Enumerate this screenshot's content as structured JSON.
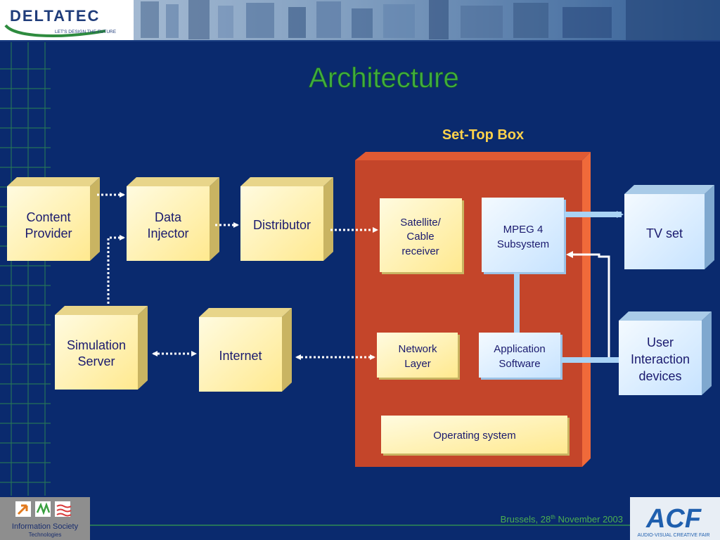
{
  "header": {
    "logo_name": "DELTATEC",
    "logo_tagline": "LET'S DESIGN THE FUTURE"
  },
  "title": "Architecture",
  "stb_label": "Set-Top Box",
  "boxes": {
    "content_provider": [
      "Content",
      "Provider"
    ],
    "data_injector": [
      "Data",
      "Injector"
    ],
    "distributor": [
      "Distributor"
    ],
    "simulation_server": [
      "Simulation",
      "Server"
    ],
    "internet": [
      "Internet"
    ],
    "satellite_receiver": [
      "Satellite/",
      "Cable",
      "receiver"
    ],
    "mpeg4": [
      "MPEG 4",
      "Subsystem"
    ],
    "network_layer": [
      "Network",
      "Layer"
    ],
    "application_software": [
      "Application",
      "Software"
    ],
    "operating_system": [
      "Operating system"
    ],
    "tv_set": [
      "TV set"
    ],
    "user_interaction": [
      "User",
      "Interaction",
      "devices"
    ]
  },
  "footer": {
    "location_date": "Brussels, 28",
    "superscript": "th",
    "date_rest": " November 2003",
    "left_logo_text": [
      "Information Society",
      "Technologies"
    ],
    "right_logo_text": "ACF",
    "right_logo_caption": "AUDIO-VISUAL CREATIVE FAIR"
  },
  "colors": {
    "background": "#0a2a6e",
    "title": "#3fae3f",
    "stb_fill": "#c4452a",
    "box_cream": "#fff4b8",
    "box_blue": "#dcefff",
    "text_dark": "#1a1a6e"
  }
}
